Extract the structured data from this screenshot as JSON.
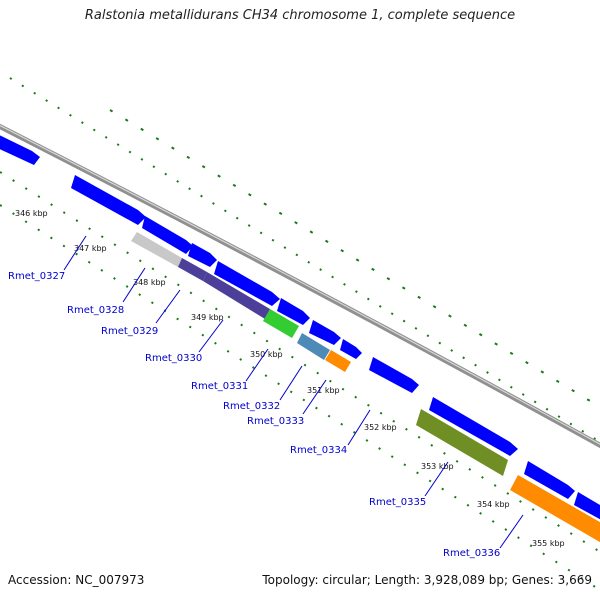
{
  "title": "Ralstonia metallidurans CH34 chromosome 1, complete sequence",
  "footer": {
    "accession": "Accession: NC_007973",
    "summary": "Topology: circular; Length: 3,928,089 bp; Genes: 3,669"
  },
  "colors": {
    "cds_forward": "#0000ff",
    "cds_reverse_gray": "#c8c8c8",
    "cds_purple": "#4b3f9a",
    "cds_green": "#33cc33",
    "cds_steelblue": "#4d8ab8",
    "cds_orange": "#ff8c00",
    "cds_olive": "#6f8f24",
    "backbone": "#808080",
    "ticks": "#1a7a1a",
    "label_link": "#0000cc"
  },
  "scale_labels": [
    "346 kbp",
    "347 kbp",
    "348 kbp",
    "349 kbp",
    "350 kbp",
    "351 kbp",
    "352 kbp",
    "353 kbp",
    "354 kbp",
    "355 kbp"
  ],
  "gene_labels": [
    "Rmet_0327",
    "Rmet_0328",
    "Rmet_0329",
    "Rmet_0330",
    "Rmet_0331",
    "Rmet_0332",
    "Rmet_0333",
    "Rmet_0334",
    "Rmet_0335",
    "Rmet_0336"
  ]
}
